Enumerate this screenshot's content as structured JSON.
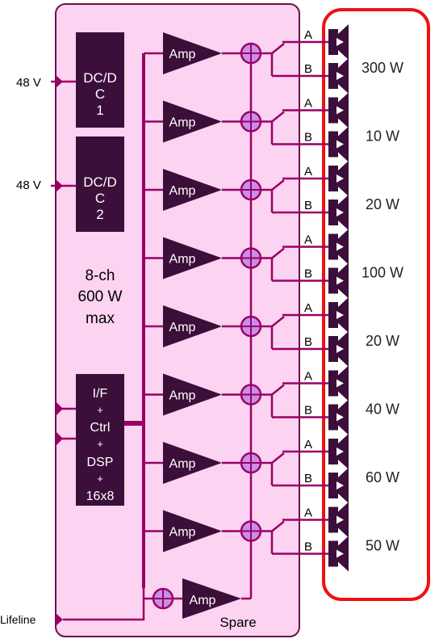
{
  "inputs": [
    "48 V",
    "48 V",
    "Lifeline"
  ],
  "dcdc": [
    {
      "lines": [
        "DC/D",
        "C",
        "1"
      ]
    },
    {
      "lines": [
        "DC/D",
        "C",
        "2"
      ]
    }
  ],
  "summary": [
    "8-ch",
    "600 W",
    "max"
  ],
  "control": [
    "I/F",
    "+",
    "Ctrl",
    "+",
    "DSP",
    "+",
    "16x8"
  ],
  "amp_label": "Amp",
  "relay_labels": [
    "A",
    "B"
  ],
  "channels": [
    {
      "power": "300 W"
    },
    {
      "power": "10 W"
    },
    {
      "power": "20 W"
    },
    {
      "power": "100 W"
    },
    {
      "power": "20 W"
    },
    {
      "power": "40 W"
    },
    {
      "power": "60 W"
    },
    {
      "power": "50 W"
    }
  ],
  "spare_label": "Spare",
  "colors": {
    "enclosure_fill": "#fcd3f0",
    "enclosure_stroke": "#6b0f4e",
    "block_fill": "#3c0e3a",
    "bus": "#990066",
    "summer_fill": "#c98ee8",
    "highlight": "#ee1111"
  }
}
